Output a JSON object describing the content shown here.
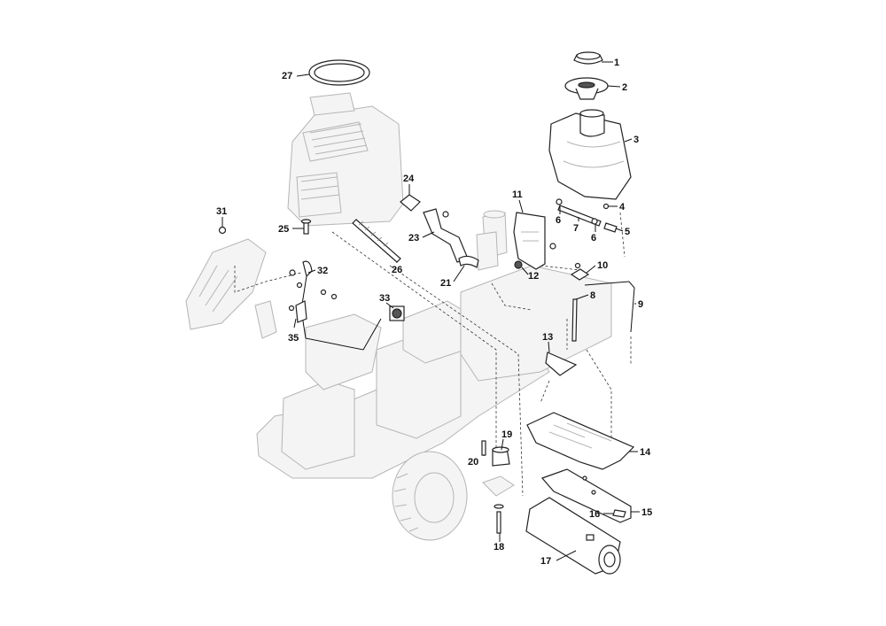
{
  "callouts": [
    {
      "id": "c1",
      "label": "1"
    },
    {
      "id": "c2",
      "label": "2"
    },
    {
      "id": "c3",
      "label": "3"
    },
    {
      "id": "c4",
      "label": "4"
    },
    {
      "id": "c5",
      "label": "5"
    },
    {
      "id": "c6a",
      "label": "6"
    },
    {
      "id": "c6b",
      "label": "6"
    },
    {
      "id": "c7",
      "label": "7"
    },
    {
      "id": "c8",
      "label": "8"
    },
    {
      "id": "c9",
      "label": "9"
    },
    {
      "id": "c10",
      "label": "10"
    },
    {
      "id": "c11",
      "label": "11"
    },
    {
      "id": "c12",
      "label": "12"
    },
    {
      "id": "c13",
      "label": "13"
    },
    {
      "id": "c14",
      "label": "14"
    },
    {
      "id": "c15",
      "label": "15"
    },
    {
      "id": "c16",
      "label": "16"
    },
    {
      "id": "c17",
      "label": "17"
    },
    {
      "id": "c18",
      "label": "18"
    },
    {
      "id": "c19",
      "label": "19"
    },
    {
      "id": "c20",
      "label": "20"
    },
    {
      "id": "c21",
      "label": "21"
    },
    {
      "id": "c23",
      "label": "23"
    },
    {
      "id": "c24",
      "label": "24"
    },
    {
      "id": "c25",
      "label": "25"
    },
    {
      "id": "c26",
      "label": "26"
    },
    {
      "id": "c27",
      "label": "27"
    },
    {
      "id": "c31",
      "label": "31"
    },
    {
      "id": "c32",
      "label": "32"
    },
    {
      "id": "c33",
      "label": "33"
    },
    {
      "id": "c35",
      "label": "35"
    }
  ],
  "colors": {
    "line": "#222222",
    "ghost": "#b5b5b5",
    "background": "#ffffff"
  }
}
